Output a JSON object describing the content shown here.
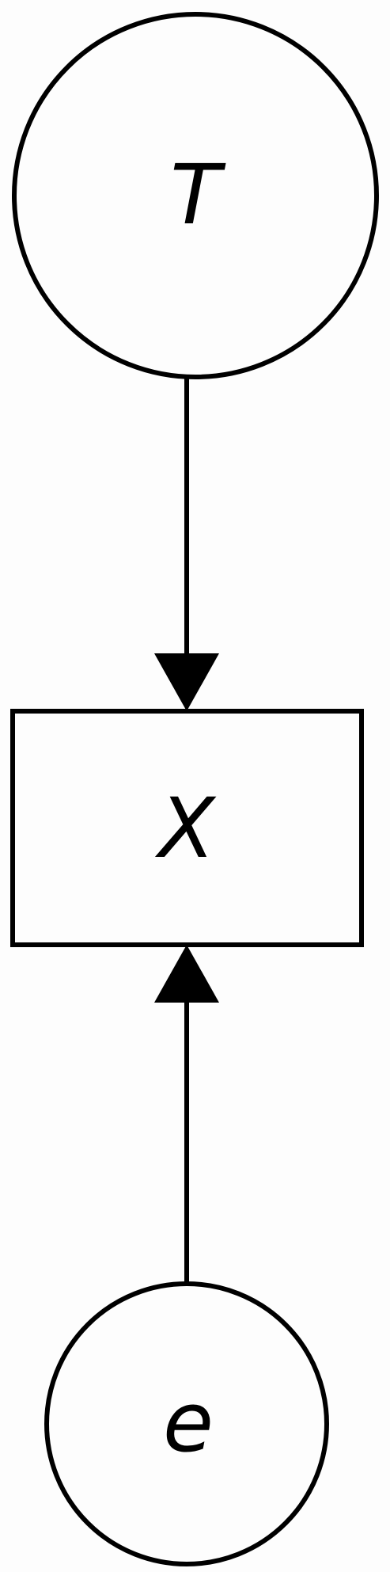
{
  "nodes": {
    "top": {
      "label": "T",
      "shape": "circle"
    },
    "middle": {
      "label": "X",
      "shape": "rectangle"
    },
    "bottom": {
      "label": "e",
      "shape": "circle"
    }
  },
  "edges": [
    {
      "from": "T",
      "to": "X"
    },
    {
      "from": "e",
      "to": "X"
    }
  ],
  "colors": {
    "stroke": "#000000",
    "background": "#fdfdfd"
  }
}
